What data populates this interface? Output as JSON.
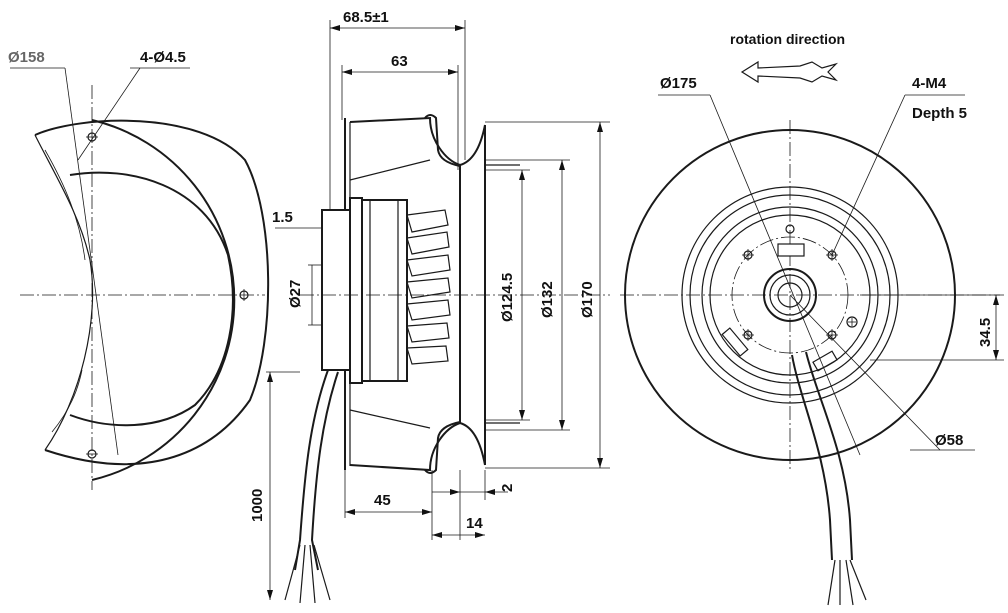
{
  "drawing": {
    "labels": {
      "d158": "Ø158",
      "holes": "4-Ø4.5",
      "total_depth": "68.5±1",
      "depth_63": "63",
      "d_1_5": "1.5",
      "d27": "Ø27",
      "d124_5": "Ø124.5",
      "d132": "Ø132",
      "d170": "Ø170",
      "cable_1000": "1000",
      "d45": "45",
      "d2": "2",
      "d14": "14",
      "rotation": "rotation direction",
      "d175": "Ø175",
      "m4": "4-M4",
      "depth5": "Depth 5",
      "d34_5": "34.5",
      "d58": "Ø58"
    }
  }
}
